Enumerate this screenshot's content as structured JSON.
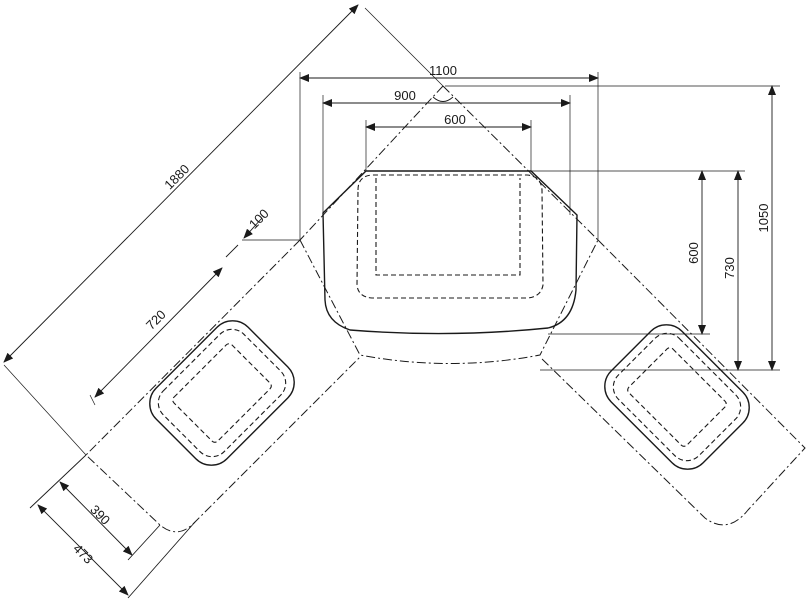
{
  "drawing": {
    "colors": {
      "line": "#1a1a1a",
      "background": "#ffffff"
    },
    "dimensions": {
      "overall_width": "1100",
      "middle_width": "900",
      "inner_width": "600",
      "diagonal_length": "1880",
      "offset": "100",
      "side_basin_length": "720",
      "side_depth_inner": "390",
      "side_depth_outer": "473",
      "height_inner": "600",
      "height_middle": "730",
      "height_overall": "1050"
    }
  }
}
